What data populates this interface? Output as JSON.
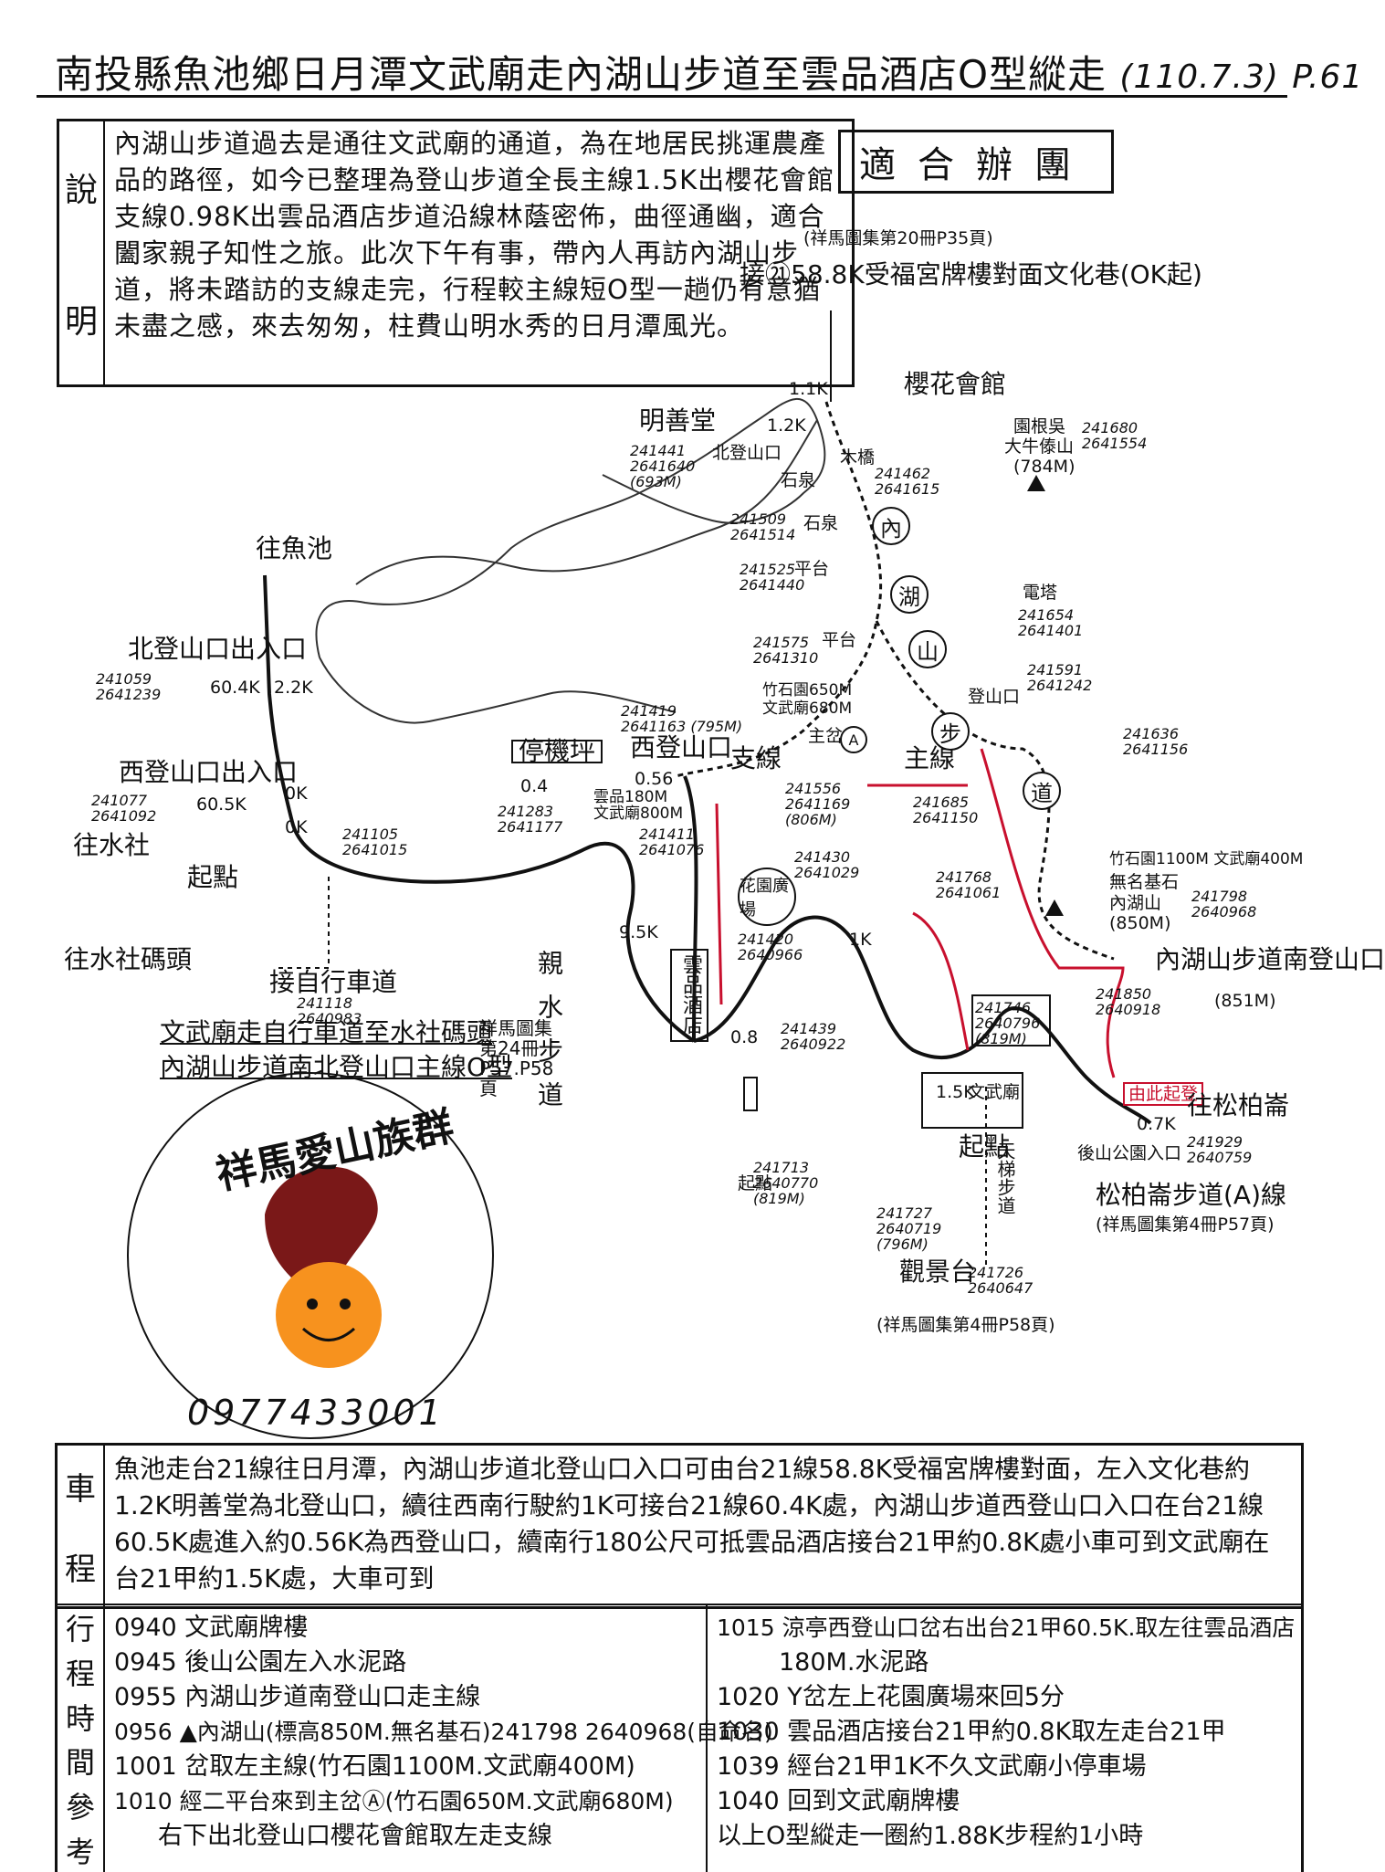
{
  "header": {
    "title": "南投縣魚池鄉日月潭文武廟走內湖山步道至雲品酒店O型縱走",
    "date": "(110.7.3)",
    "page": "P.61"
  },
  "description": {
    "side_chars": [
      "說",
      "明"
    ],
    "text": "內湖山步道過去是通往文武廟的通道，為在地居民挑運農產品的路徑，如今已整理為登山步道全長主線1.5K出櫻花會館支線0.98K出雲品酒店步道沿線林蔭密佈，曲徑通幽，適合闔家親子知性之旅。此次下午有事，帶內人再訪內湖山步道，將未踏訪的支線走完，行程較主線短O型一趟仍有意猶未盡之感，來去匆匆，柱費山明水秀的日月潭風光。"
  },
  "suitable": "適合辦團",
  "map_labels": {
    "ref20": "(祥馬圖集第20冊P35頁)",
    "connect21": "接㉑58.8K受福宮牌樓對面文化巷(OK起)",
    "sakura": "櫻花會館",
    "k11": "1.1K",
    "mingshan": "明善堂",
    "k12": "1.2K",
    "north_trailhead": "北登山口",
    "bridge": "木橋",
    "stone_spring1": "石泉",
    "stone_spring2": "石泉",
    "platform": "平台",
    "to_yuchi": "往魚池",
    "north_exit": "北登山口出入口",
    "k604": "60.4K",
    "k22": "2.2K",
    "parking": "停機坪",
    "west_trail": "西登山口",
    "west_exit": "西登山口出入口",
    "k605": "60.5K",
    "ok1": "0K",
    "ok2": "0K",
    "to_shuishe": "往水社",
    "start_point": "起點",
    "to_pier": "往水社碼頭",
    "bike_path": "接自行車道",
    "bike_route1": "文武廟走自行車道至水社碼頭",
    "bike_route2": "內湖山步道南北登山口主線O型",
    "ref24": "祥馬圖集第24冊P57.P58頁",
    "yunpin_hotel": "雲品酒店",
    "garden": "花園廣場",
    "k95": "9.5K",
    "qinshui": "親水步道",
    "k08": "0.8",
    "k1": "1K",
    "k15": "1.5K",
    "wenwu": "文武廟",
    "start_here": "由此起登",
    "k07": "0.7K",
    "to_songbo": "往松柏崙",
    "back_park": "後山公園入口",
    "songbo_trail": "松柏崙步道(A)線",
    "ref4": "(祥馬圖集第4冊P57頁)",
    "ref4b": "(祥馬圖集第4冊P58頁)",
    "viewpoint": "觀景台",
    "k056": "0.56",
    "k04": "0.4",
    "yunpin_alt": "雲品180M",
    "wenwu_alt": "文武廟800M",
    "mountain_name": "內湖山步道",
    "tower": "電塔",
    "daniu": "大牛傣山",
    "daniu_alt": "(784M)",
    "yuangen": "園根吳",
    "south_exit": "內湖山步道南登山口",
    "south_alt": "(851M)",
    "bamboo": "竹石園1100M 文武廟400M",
    "unmarked": "無名基石",
    "neihushan": "內湖山",
    "neihushan_alt": "(850M)",
    "junction_a": "主岔",
    "bamboo2": "竹石園650M",
    "wenwu680": "文武廟680M",
    "trail_line": "登山口",
    "main_line": "主線",
    "branch_line": "支線",
    "qiandian": "起點",
    "tianti": "天梯步道",
    "start_alt": "起點",
    "stairs": "年梯"
  },
  "coords": {
    "c1": "241441\n2641640\n(693M)",
    "c2": "241462\n2641615",
    "c3": "241509\n2641514",
    "c4": "241525\n2641440",
    "c5": "241575\n2641310",
    "c6": "241059\n2641239",
    "c7": "241077\n2641092",
    "c8": "241105\n2641015",
    "c9": "241419\n2641163 (795M)",
    "c10": "241283\n2641177",
    "c11": "241411\n2641076",
    "c12": "241430\n2641029",
    "c13": "241420\n2640966",
    "c14": "241118\n2640983",
    "c15": "241439\n2640922",
    "c16": "241556\n2641169\n(806M)",
    "c17": "241685\n2641150",
    "c18": "241768\n2641061",
    "c19": "241636\n2641156",
    "c20": "241591\n2641242",
    "c21": "241654\n2641401",
    "c22": "241680\n2641554",
    "c23": "241798\n2640968",
    "c24": "241850\n2640918",
    "c25": "241746\n2640796\n(819M)",
    "c26": "241929\n2640759",
    "c27": "241713\n2640770\n(819M)",
    "c28": "241727\n2640719\n(796M)",
    "c29": "241726\n2640647"
  },
  "logo": {
    "text": "祥馬愛山族群",
    "phone": "0977433001"
  },
  "route": {
    "side_chars": [
      "車",
      "程"
    ],
    "text": "魚池走台21線往日月潭，內湖山步道北登山口入口可由台21線58.8K受福宮牌樓對面，左入文化巷約1.2K明善堂為北登山口，續往西南行駛約1K可接台21線60.4K處，內湖山步道西登山口入口在台21線60.5K處進入約0.56K為西登山口，續南行180公尺可抵雲品酒店接台21甲約0.8K處小車可到文武廟在台21甲約1.5K處，大車可到"
  },
  "schedule": {
    "side_chars": [
      "行",
      "程",
      "時",
      "間",
      "參",
      "考"
    ],
    "left": [
      "0940 文武廟牌樓",
      "0945 後山公園左入水泥路",
      "0955 內湖山步道南登山口走主線",
      "0956 ▲內湖山(標高850M.無名基石)241798 2640968(自命名)",
      "1001 岔取左主線(竹石園1100M.文武廟400M)",
      "1010 經二平台來到主岔Ⓐ(竹石園650M.文武廟680M)",
      "右下出北登山口櫻花會館取左走支線"
    ],
    "right": [
      "1015 涼亭西登山口岔右出台21甲60.5K.取左往雲品酒店",
      "180M.水泥路",
      "1020 Y岔左上花園廣場來回5分",
      "1030 雲品酒店接台21甲約0.8K取左走台21甲",
      "1039 經台21甲1K不久文武廟小停車場",
      "1040 回到文武廟牌樓",
      "以上O型縱走一圈約1.88K步程約1小時"
    ]
  }
}
